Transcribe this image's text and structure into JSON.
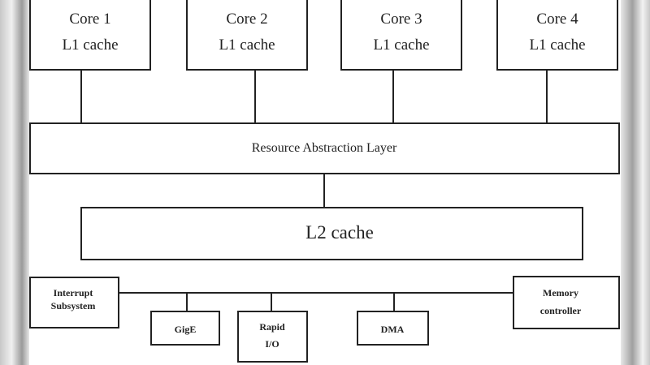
{
  "cores": [
    {
      "name": "Core 1",
      "cache": "L1 cache"
    },
    {
      "name": "Core 2",
      "cache": "L1 cache"
    },
    {
      "name": "Core 3",
      "cache": "L1 cache"
    },
    {
      "name": "Core 4",
      "cache": "L1 cache"
    }
  ],
  "abstraction_layer": "Resource Abstraction Layer",
  "l2_cache": "L2 cache",
  "peripherals": {
    "interrupt": [
      "Interrupt",
      "Subsystem"
    ],
    "gige": "GigE",
    "rapid_io": [
      "Rapid",
      "I/O"
    ],
    "dma": "DMA",
    "memory": [
      "Memory",
      "controller"
    ]
  }
}
